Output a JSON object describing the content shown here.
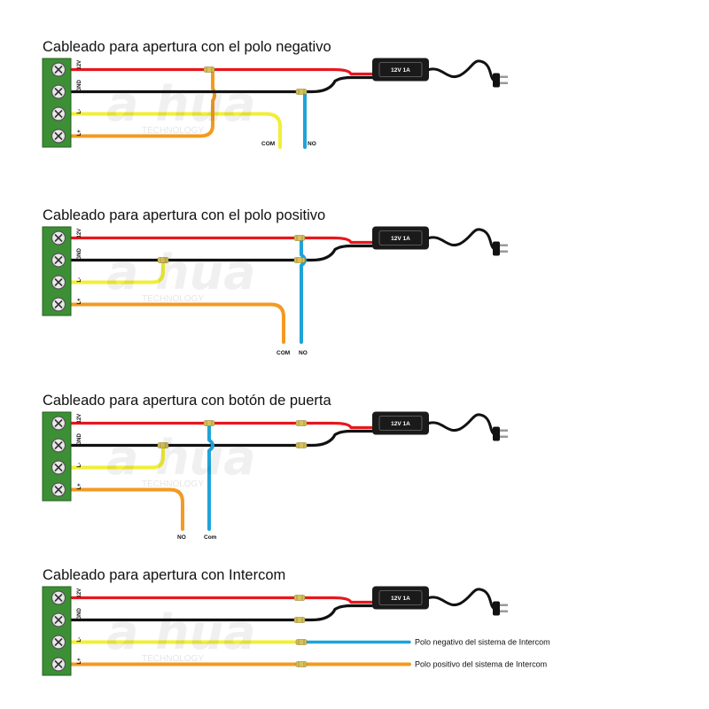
{
  "colors": {
    "red": "#e8161d",
    "black": "#111111",
    "yellow": "#f2ee36",
    "orange": "#f39a22",
    "blue": "#1fa3d8",
    "terminal": "#3c8f35",
    "psu": "#1a1a1a"
  },
  "terminals": [
    "12V",
    "GND",
    "L-",
    "L+"
  ],
  "power_supply": "12V 1A",
  "watermark": {
    "brand": "a hua",
    "sub": "TECHNOLOGY"
  },
  "sections": [
    {
      "title": "Cableado para apertura con el polo negativo",
      "labels": [
        "COM",
        "NO"
      ]
    },
    {
      "title": "Cableado para apertura con el polo positivo",
      "labels": [
        "COM",
        "NO"
      ]
    },
    {
      "title": "Cableado para apertura con botón de puerta",
      "labels": [
        "NO",
        "Com"
      ]
    },
    {
      "title": "Cableado para apertura con Intercom",
      "annotations": [
        "Polo negativo del sistema de Intercom",
        "Polo positivo del sistema de Intercom"
      ]
    }
  ]
}
